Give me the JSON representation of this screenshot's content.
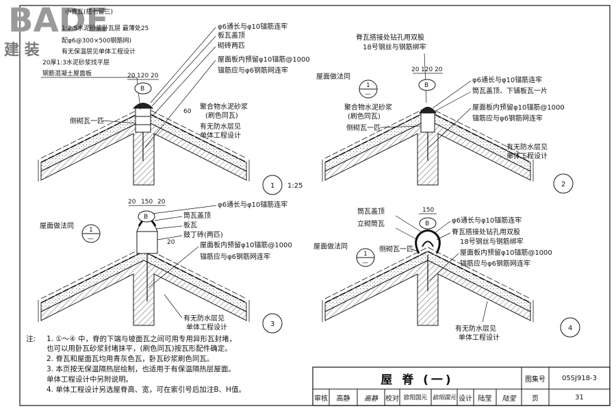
{
  "watermark": {
    "brand": "BADE",
    "sub": "建 装 "
  },
  "detail1": {
    "top_labels": [
      "小青瓦(搭七留三)",
      "1:2.5水泥砂浆卧瓦层  最薄处25",
      "配φ6@300×500钢筋网)",
      "有无保温层见单体工程设计",
      "20厚1:3水泥砂浆找平层",
      "钢筋混凝土屋面板"
    ],
    "right_labels": [
      "φ6通长与φ10锚筋连牢",
      "板瓦盖顶",
      "砌砖两匹",
      "屋面板内预留φ10锚筋@1000",
      "锚筋应与φ6钢筋网连牢"
    ],
    "mortar": [
      "聚合物水泥砂浆",
      "(刷色同瓦)"
    ],
    "side_tile": "侧砌瓦一匹",
    "waterproof": [
      "有无防水层见",
      "单体工程设计"
    ],
    "dims": [
      "20",
      "120",
      "20",
      "60"
    ],
    "b_mark": "B",
    "number": "1",
    "scale": "1:25"
  },
  "detail2": {
    "right_labels": [
      "脊瓦搭接处钻孔用双股",
      "18号钢丝与钢筋绑牢",
      "φ6通长与φ10锚筋连牢",
      "筒瓦盖顶、下铺板瓦一片",
      "屋面板内预留φ10锚筋@1000",
      "锚筋应与φ6钢筋网连牢"
    ],
    "left_label": "屋面做法同",
    "mortar": [
      "聚合物水泥砂浆",
      "(刷色同瓦)"
    ],
    "side_tile": "侧砌瓦一匹",
    "waterproof": [
      "有无防水层见",
      "单体工程设计"
    ],
    "dims": [
      "20",
      "120",
      "20"
    ],
    "b_mark": "B",
    "ref_num": "1",
    "ref_den": "—",
    "number": "2"
  },
  "detail3": {
    "right_labels": [
      "φ6通长与φ10锚筋连牢",
      "筒瓦盖顶",
      "板瓦",
      "鼓丁砖(两匹)",
      "屋面板内预留φ10锚筋@1000",
      "锚筋应与φ6钢筋网连牢"
    ],
    "left_label": "屋面做法同",
    "waterproof": [
      "有无防水层见",
      "单体工程设计"
    ],
    "dims": [
      "20",
      "150",
      "20",
      "20"
    ],
    "b_mark": "B",
    "ref_num": "1",
    "ref_den": "—",
    "number": "3"
  },
  "detail4": {
    "top_labels": [
      "筒瓦盖顶",
      "立砌筒瓦"
    ],
    "right_labels": [
      "φ6通长与φ10锚筋连牢",
      "脊瓦搭接处钻孔用双股",
      "18号钢丝与钢筋绑牢",
      "屋面板内预留φ10锚筋@1000",
      "锚筋应与φ6钢筋网连牢"
    ],
    "left_label": "屋面做法同",
    "side_tile": "侧砌瓦一匹",
    "waterproof": [
      "有无防水层见",
      "单体工程设计"
    ],
    "dims": [
      "150"
    ],
    "b_mark": "B",
    "ref_num": "1",
    "ref_den": "—",
    "number": "4"
  },
  "notes": {
    "heading": "注:",
    "lines": [
      "1. ①～④ 中，脊的下端与坡面瓦之间可用专用异形瓦封堵，",
      "   也可以用卧瓦砂浆封堵抹平，(刷色同瓦)按瓦形配件确定。",
      "2. 脊瓦和屋面瓦均用青灰色瓦，卧瓦砂浆刷色同瓦。",
      "3. 本页按无保温隔热层绘制，也适用于有保温隔热层屋面。",
      "   单体工程设计中另附说明。",
      "4. 单体工程设计另选屋脊高、宽，可在索引号后加注B、H值。"
    ]
  },
  "title_block": {
    "title": "屋 脊 (一)",
    "atlas_label": "图集号",
    "atlas_no": "05SJ918-3",
    "check_label": "审核",
    "checker": "高静",
    "check_sign": "高静",
    "proof_label": "校对",
    "proofer": "欧阳国元",
    "proof_sign": "欧阳国元",
    "design_label": "设计",
    "designer": "陆莹",
    "design_sign": "陆莹",
    "page_label": "页",
    "page_no": "31"
  }
}
